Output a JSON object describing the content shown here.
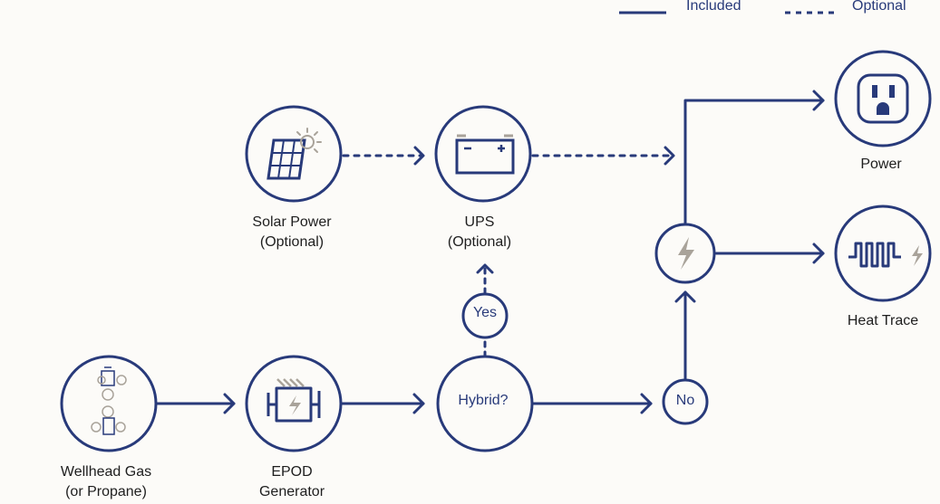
{
  "legend": {
    "included": "Included",
    "optional": "Optional"
  },
  "nodes": {
    "wellhead": {
      "line1": "Wellhead Gas",
      "line2": "(or Propane)"
    },
    "epod": {
      "line1": "EPOD",
      "line2": "Generator"
    },
    "solar": {
      "line1": "Solar Power",
      "line2": "(Optional)"
    },
    "ups": {
      "line1": "UPS",
      "line2": "(Optional)"
    },
    "hybrid": {
      "text": "Hybrid?"
    },
    "yes": {
      "text": "Yes"
    },
    "no": {
      "text": "No"
    },
    "power": {
      "line1": "Power"
    },
    "heat_trace": {
      "line1": "Heat Trace"
    }
  },
  "colors": {
    "navy": "#283a7a",
    "gray": "#a9a39a",
    "background": "#fcfbf8"
  },
  "icons": {
    "wellhead": "wellhead-valve-icon",
    "epod": "generator-engine-icon",
    "solar": "solar-panel-icon",
    "ups": "battery-icon",
    "junction": "lightning-bolt-icon",
    "power": "electrical-outlet-icon",
    "heat_trace": "heating-coil-icon"
  }
}
